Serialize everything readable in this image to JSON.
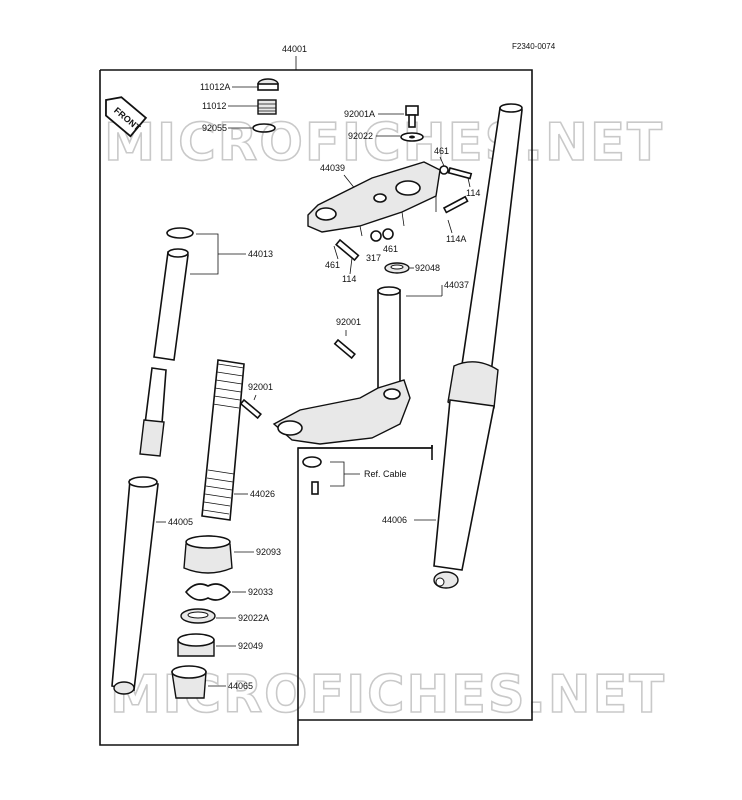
{
  "figure_code": "F2340-0074",
  "watermark": "MICROFICHES.NET",
  "front_badge": "FRONT",
  "ref_cable": "Ref. Cable",
  "parts": {
    "p44001": "44001",
    "p11012A": "11012A",
    "p11012": "11012",
    "p92055": "92055",
    "p92001A": "92001A",
    "p92022": "92022",
    "p461a": "461",
    "p44039": "44039",
    "p114a": "114",
    "p114A": "114A",
    "p44013": "44013",
    "p461b": "461",
    "p461c": "461",
    "p317": "317",
    "p114b": "114",
    "p92048": "92048",
    "p44037": "44037",
    "p92001a": "92001",
    "p92001b": "92001",
    "p44026": "44026",
    "p44005": "44005",
    "p44006": "44006",
    "p92093": "92093",
    "p92033": "92033",
    "p92022A": "92022A",
    "p92049": "92049",
    "p44065": "44065"
  }
}
